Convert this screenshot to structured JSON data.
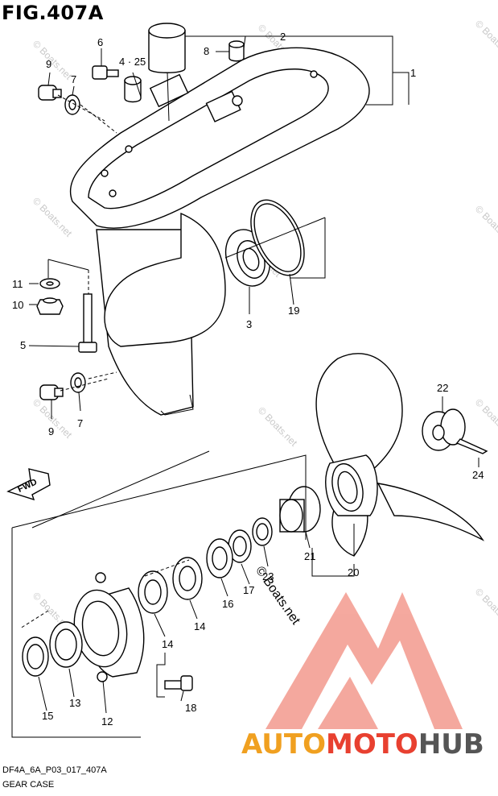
{
  "figure": {
    "title": "FIG.407A",
    "code": "DF4A_6A_P03_017_407A",
    "name": "GEAR CASE"
  },
  "direction_label": "FWD",
  "callouts": [
    "1",
    "2",
    "3",
    "4 · 25",
    "5",
    "6",
    "7",
    "7",
    "8",
    "9",
    "9",
    "10",
    "11",
    "12",
    "13",
    "14",
    "14",
    "15",
    "16",
    "17",
    "18",
    "19",
    "20",
    "21",
    "22",
    "23",
    "24"
  ],
  "watermark": {
    "text": "© Boats.net",
    "copyright": "© Boats.net"
  },
  "brand": {
    "part1": "AUTO",
    "part2": "MOTO",
    "part3": "HUB"
  },
  "colors": {
    "brand_orange": "#f0a020",
    "brand_red": "#e84030",
    "brand_gray": "#555555"
  }
}
